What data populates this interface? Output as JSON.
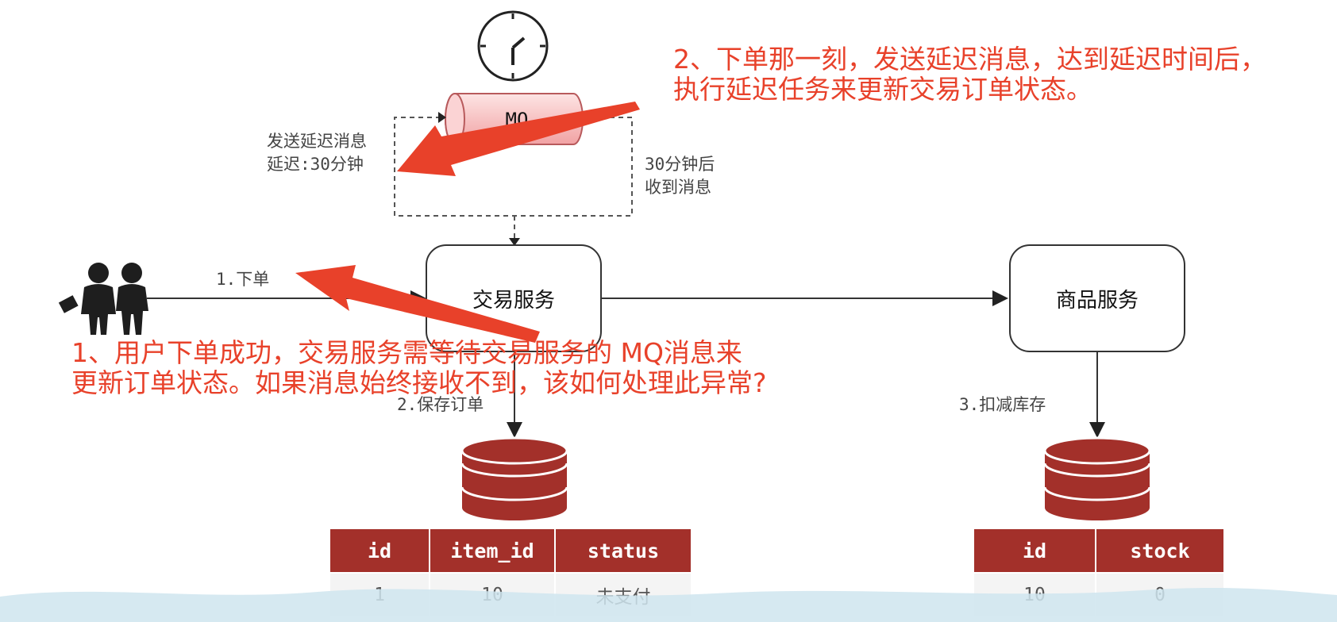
{
  "mq": {
    "label": "MQ"
  },
  "labels": {
    "send_delay_line1": "发送延迟消息",
    "send_delay_line2": "延迟:30分钟",
    "after_30_line1": "30分钟后",
    "after_30_line2": "收到消息",
    "step1": "1.下单",
    "step2": "2.保存订单",
    "step3": "3.扣减库存"
  },
  "nodes": {
    "trade": "交易服务",
    "product": "商品服务"
  },
  "annotations": {
    "note1_line1": "1、用户下单成功，交易服务需等待交易服务的 MQ消息来",
    "note1_line2": "更新订单状态。如果消息始终接收不到，该如何处理此异常?",
    "note2_line1": "2、下单那一刻，发送延迟消息，达到延迟时间后，",
    "note2_line2": "执行延迟任务来更新交易订单状态。"
  },
  "order_table": {
    "headers": [
      "id",
      "item_id",
      "status"
    ],
    "rows": [
      [
        "1",
        "10",
        "未支付"
      ]
    ]
  },
  "stock_table": {
    "headers": [
      "id",
      "stock"
    ],
    "rows": [
      [
        "10",
        "0"
      ]
    ]
  },
  "colors": {
    "annotation_red": "#e8412a",
    "table_header": "#a3302a",
    "database": "#a3302a",
    "mq_pink": "#f3a9ab"
  },
  "icons": [
    "clock-icon",
    "users-icon",
    "database-icon"
  ]
}
